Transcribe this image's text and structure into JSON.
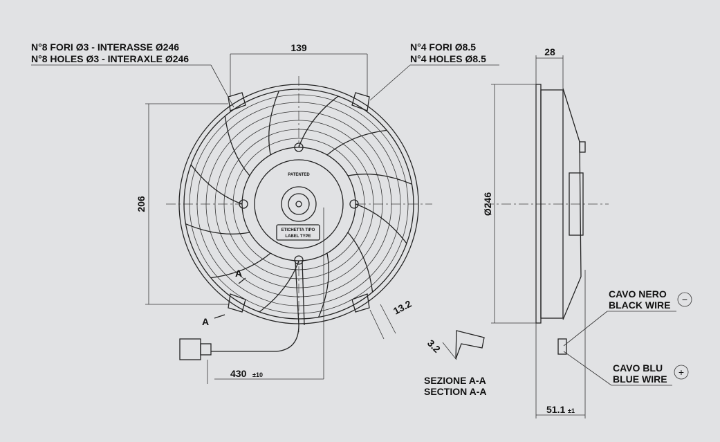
{
  "labels": {
    "holes_small_it": "N°8 FORI Ø3 - INTERASSE Ø246",
    "holes_small_en": "N°8 HOLES Ø3 - INTERAXLE Ø246",
    "holes_large_it": "N°4 FORI Ø8.5",
    "holes_large_en": "N°4 HOLES Ø8.5",
    "patented": "PATENTED",
    "label_type_it": "ETICHETTA TIPO",
    "label_type_en": "LABEL TYPE",
    "section_mark": "A",
    "section_mark_2": "A",
    "section_it": "SEZIONE A-A",
    "section_en": "SECTION A-A",
    "black_wire_it": "CAVO NERO",
    "black_wire_en": "BLACK WIRE",
    "blue_wire_it": "CAVO BLU",
    "blue_wire_en": "BLUE WIRE",
    "minus": "−",
    "plus": "+"
  },
  "dimensions": {
    "width_139": "139",
    "height_206": "206",
    "tab_13_2": "13.2",
    "section_3_2": "3.2",
    "cable_430": "430",
    "cable_tol": "±10",
    "depth_28": "28",
    "diameter_246": "Ø246",
    "depth_51_1": "51.1",
    "depth_tol": "±1"
  },
  "colors": {
    "background": "#e1e2e4",
    "line": "#222222"
  }
}
